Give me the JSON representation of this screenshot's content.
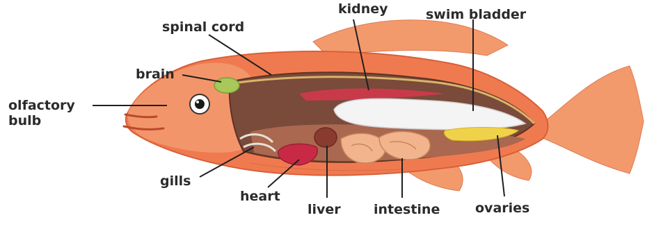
{
  "diagram": {
    "labels": {
      "kidney": "kidney",
      "swim_bladder": "swim bladder",
      "spinal_cord": "spinal cord",
      "brain": "brain",
      "olfactory_bulb": "olfactory\nbulb",
      "gills": "gills",
      "heart": "heart",
      "liver": "liver",
      "intestine": "intestine",
      "ovaries": "ovaries"
    },
    "colors": {
      "body": "#f07a4f",
      "fins": "#f39a6d",
      "body_cavity": "#7a4a3a",
      "swim_bladder": "#f4f4f4",
      "ovaries": "#f0d24a",
      "brain": "#a8c85a",
      "heart": "#c82a45",
      "liver": "#8a3b30",
      "intestine": "#f2b48c",
      "leader_line": "#1f1f1f"
    }
  }
}
